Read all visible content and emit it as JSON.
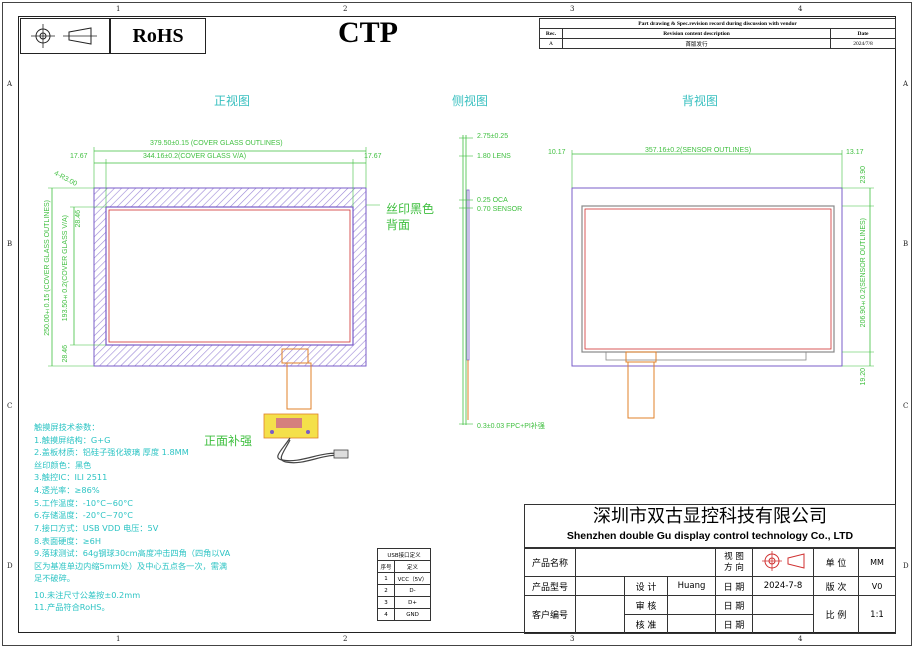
{
  "zones": {
    "top": [
      "1",
      "2",
      "3",
      "4"
    ],
    "bottom": [
      "1",
      "2",
      "3",
      "4"
    ],
    "left": [
      "A",
      "B",
      "C",
      "D"
    ],
    "right": [
      "A",
      "B",
      "C",
      "D"
    ]
  },
  "header": {
    "rohs": "RoHS",
    "product_type": "CTP"
  },
  "revision": {
    "title": "Part drawing & Spec.revision record during discussion with vendor",
    "columns": [
      "Rec.",
      "Revision content description",
      "Date"
    ],
    "rows": [
      {
        "rec": "A",
        "desc": "首版发行",
        "date": "2024/7/8"
      }
    ]
  },
  "views": {
    "front": "正视图",
    "side": "侧视图",
    "back": "背视图"
  },
  "front_dims": {
    "cover_outline_w": "379.50±0.15 (COVER GLASS OUTLINES)",
    "va_w": "344.16±0.2(COVER GLASS V/A)",
    "margin_l": "17.67",
    "margin_r": "17.67",
    "corner": "4-R3.00",
    "va_top": "28.46",
    "va_bottom": "28.46",
    "cover_outline_h": "250.00±0.15 (COVER GLASS OUTLINES)",
    "va_h": "193.50±0.2(COVER GLASS V/A)"
  },
  "side_dims": {
    "total": "2.75±0.25",
    "lens": "1.80 LENS",
    "oca": "0.25 OCA",
    "sensor": "0.70 SENSOR",
    "fpc": "0.3±0.03 FPC+PI补强"
  },
  "back_dims": {
    "sensor_w": "357.16±0.2(SENSOR OUTLINES)",
    "margin_l": "10.17",
    "margin_r": "13.17",
    "top": "23.90",
    "sensor_h": "206.90±0.2(SENSOR OUTLINES)",
    "bottom": "19.20"
  },
  "callouts": {
    "silk": "丝印黑色",
    "back_face": "背面",
    "front_patch": "正面补强"
  },
  "specs": {
    "title": "触摸屏技术参数：",
    "lines": [
      "1.触摸屏结构：G+G",
      "2.盖板材质：铝硅子强化玻璃 厚度 1.8MM",
      "丝印颜色：黑色",
      "3.触控IC：ILI  2511",
      "4.透光率：≥86%",
      "5.工作温度：-10°C~60°C",
      "6.存储温度：-20°C~70°C",
      "7.接口方式：USB    VDD 电压：5V",
      "8.表面硬度：≥6H",
      "9.落球测试：64g钢球30cm高度冲击四角（四角以VA",
      "区为基准单边内缩5mm处）及中心五点各一次，需满",
      "足不破碎。",
      "10.未注尺寸公差按±0.2mm",
      "11.产品符合RoHS。"
    ]
  },
  "usb": {
    "title": "USB接口定义",
    "headers": [
      "序号",
      "定义"
    ],
    "rows": [
      {
        "n": "1",
        "d": "VCC（5V）"
      },
      {
        "n": "2",
        "d": "D-"
      },
      {
        "n": "3",
        "d": "D+"
      },
      {
        "n": "4",
        "d": "GND"
      }
    ]
  },
  "company": {
    "cn": "深圳市双古显控科技有限公司",
    "en": "Shenzhen double Gu display control technology Co., LTD"
  },
  "title_block": {
    "product_name": "产品名称",
    "product_model": "产品型号",
    "customer_no": "客户编号",
    "view_dir": "视 图\n方 向",
    "unit_label": "单 位",
    "unit_value": "MM",
    "design_label": "设 计",
    "designer": "Huang",
    "date_label": "日 期",
    "date_value": "2024-7-8",
    "version_label": "版 次",
    "version_value": "V0",
    "check_label": "审 核",
    "check_date_label": "日 期",
    "approve_label": "核 准",
    "approve_date_label": "日 期",
    "scale_label": "比 例",
    "scale_value": "1:1"
  },
  "colors": {
    "green": "#3fbf3f",
    "cyan": "#2ec4c4",
    "purple": "#7a5cc8",
    "red": "#d03030",
    "orange": "#e0802a"
  }
}
